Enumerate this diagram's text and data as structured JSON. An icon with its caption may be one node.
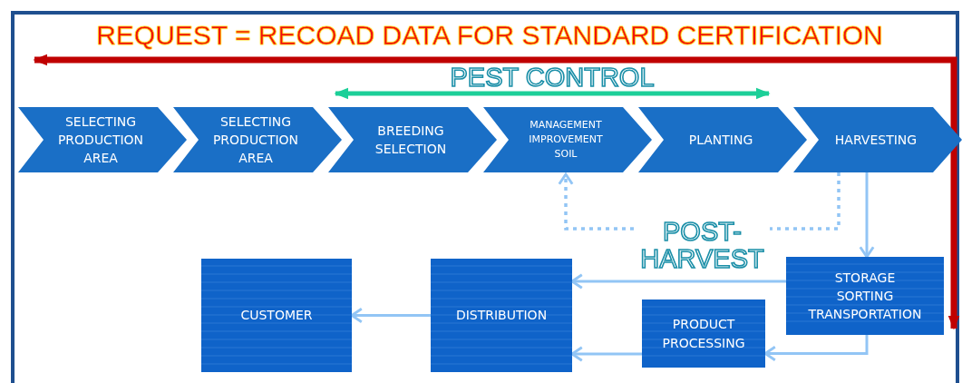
{
  "diagram": {
    "title": "REQUEST = RECOAD DATA FOR STANDARD CERTIFICATION",
    "nodes": [
      {
        "text": [
          "SELECTING PRODUCTION AREA"
        ]
      },
      {
        "text": [
          "SELECTING PRODUCTION AREA"
        ]
      },
      {
        "text": [
          "BREEDING SELECTION"
        ]
      },
      {
        "text": [
          "MANAGEMENT IMPROVEMENT SOIL"
        ]
      },
      {
        "text": [
          "PLANTING"
        ]
      },
      {
        "text": [
          "HARVESTING"
        ]
      },
      {
        "text": [
          "STORAGE SORTING TRANSPORTATION"
        ]
      },
      {
        "text": [
          "PRODUCT PROCESSING"
        ]
      },
      {
        "text": [
          "DISTRIBUTION"
        ]
      },
      {
        "text": [
          "CUSTOMER"
        ]
      }
    ],
    "edges": [
      {
        "from": 5,
        "to": 6,
        "arrow": "to"
      },
      {
        "from": 5,
        "to": 3,
        "arrow": "to",
        "style": "dashed",
        "label": "POST- HARVEST"
      },
      {
        "from": 6,
        "to": 8,
        "arrow": "to"
      },
      {
        "from": 6,
        "to": 7,
        "arrow": "to"
      },
      {
        "from": 7,
        "to": 8,
        "arrow": "to"
      },
      {
        "from": 8,
        "to": 9,
        "arrow": "to"
      },
      {
        "from": null,
        "to": 6,
        "arrow": "both",
        "style": "thick",
        "color": "#c00000"
      },
      {
        "from": 2,
        "to": 4,
        "arrow": "both",
        "color": "#1ccf98",
        "label": "PEST CONTROL"
      }
    ]
  }
}
